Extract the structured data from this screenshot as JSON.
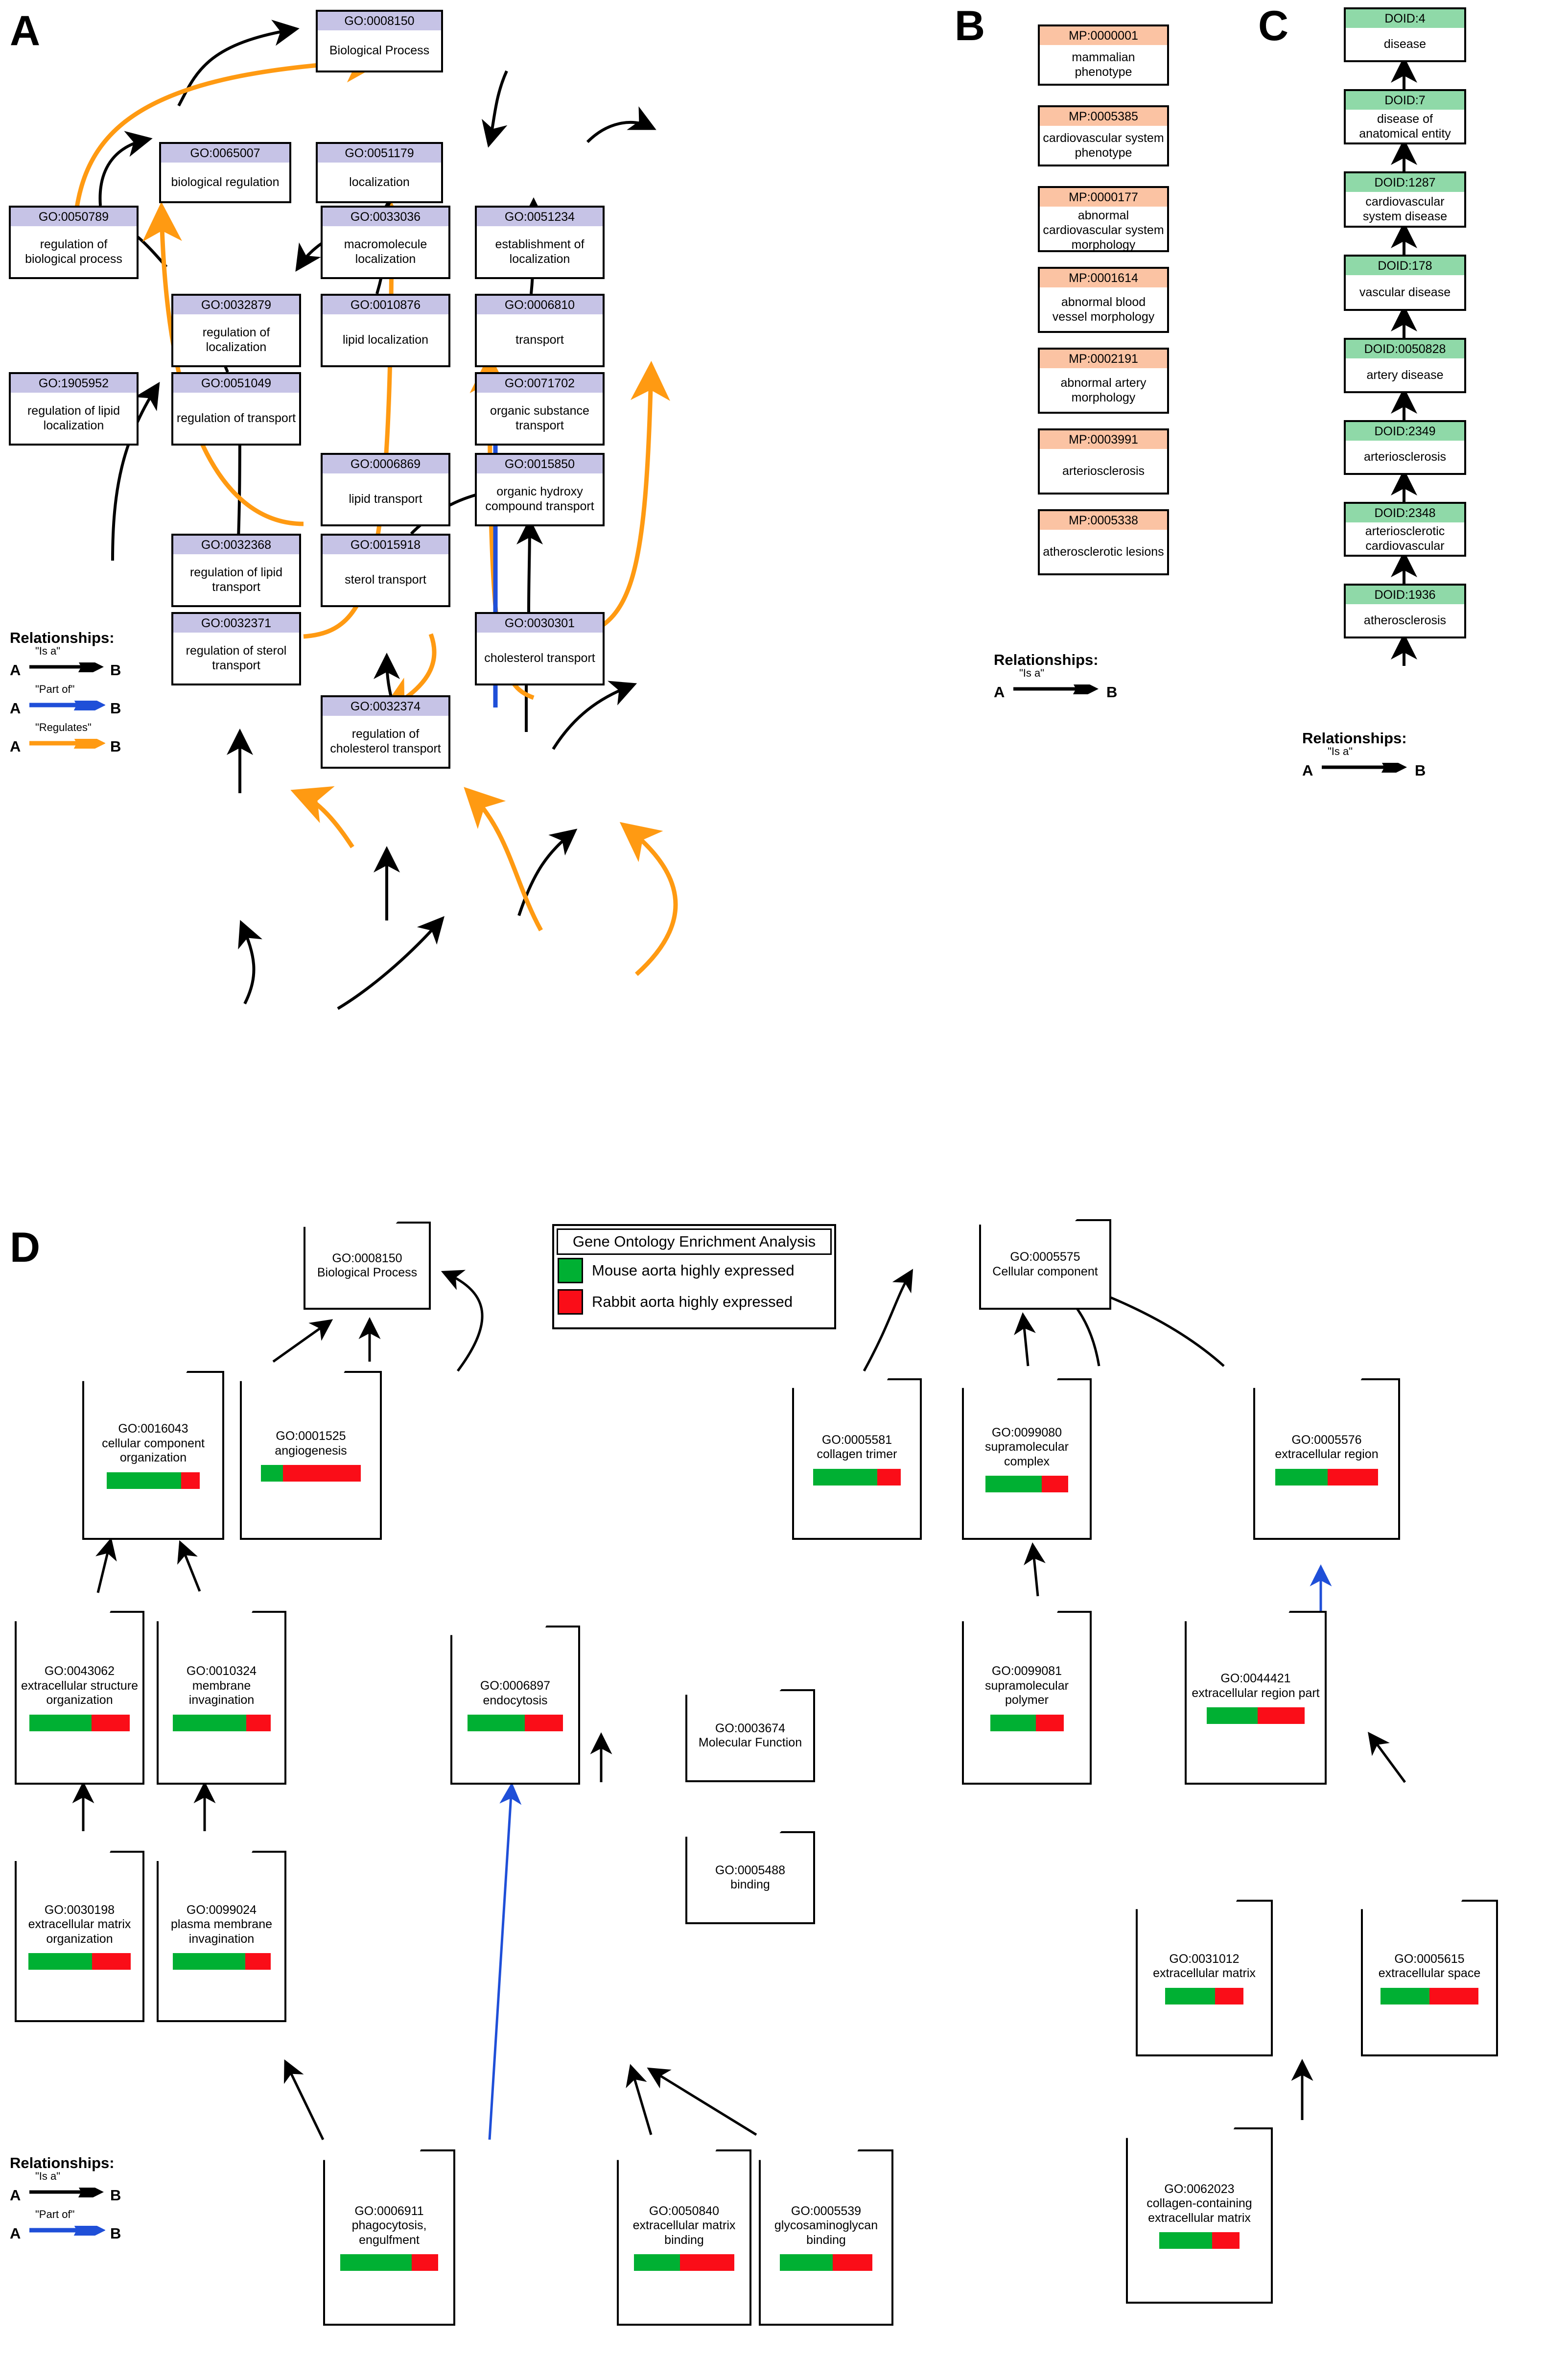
{
  "panels": {
    "A": {
      "letter": "A",
      "ontology": "GO"
    },
    "B": {
      "letter": "B",
      "ontology": "MP"
    },
    "C": {
      "letter": "C",
      "ontology": "DOID"
    },
    "D": {
      "letter": "D",
      "ontology": "GO"
    }
  },
  "panelA": {
    "nodes": [
      {
        "id": "GO:0008150",
        "label": "Biological Process"
      },
      {
        "id": "GO:0065007",
        "label": "biological regulation"
      },
      {
        "id": "GO:0051179",
        "label": "localization"
      },
      {
        "id": "GO:0050789",
        "label": "regulation of biological process"
      },
      {
        "id": "GO:0033036",
        "label": "macromolecule localization"
      },
      {
        "id": "GO:0051234",
        "label": "establishment of localization"
      },
      {
        "id": "GO:0032879",
        "label": "regulation of localization"
      },
      {
        "id": "GO:0010876",
        "label": "lipid localization"
      },
      {
        "id": "GO:0006810",
        "label": "transport"
      },
      {
        "id": "GO:1905952",
        "label": "regulation of lipid localization"
      },
      {
        "id": "GO:0051049",
        "label": "regulation of transport"
      },
      {
        "id": "GO:0071702",
        "label": "organic substance transport"
      },
      {
        "id": "GO:0006869",
        "label": "lipid transport"
      },
      {
        "id": "GO:0015850",
        "label": "organic hydroxy compound transport"
      },
      {
        "id": "GO:0032368",
        "label": "regulation of lipid transport"
      },
      {
        "id": "GO:0015918",
        "label": "sterol transport"
      },
      {
        "id": "GO:0032371",
        "label": "regulation of sterol transport"
      },
      {
        "id": "GO:0030301",
        "label": "cholesterol transport"
      },
      {
        "id": "GO:0032374",
        "label": "regulation of cholesterol transport"
      }
    ],
    "legend": {
      "title": "Relationships:",
      "rows": [
        {
          "a": "A",
          "b": "B",
          "label": "\"Is a\"",
          "color": "#000000"
        },
        {
          "a": "A",
          "b": "B",
          "label": "\"Part of\"",
          "color": "#1f4fd8"
        },
        {
          "a": "A",
          "b": "B",
          "label": "\"Regulates\"",
          "color": "#ff9a12"
        }
      ]
    }
  },
  "panelB": {
    "nodes": [
      {
        "id": "MP:0000001",
        "label": "mammalian phenotype"
      },
      {
        "id": "MP:0005385",
        "label": "cardiovascular system phenotype"
      },
      {
        "id": "MP:0000177",
        "label": "abnormal cardiovascular system morphology"
      },
      {
        "id": "MP:0001614",
        "label": "abnormal blood vessel morphology"
      },
      {
        "id": "MP:0002191",
        "label": "abnormal artery morphology"
      },
      {
        "id": "MP:0003991",
        "label": "arteriosclerosis"
      },
      {
        "id": "MP:0005338",
        "label": "atherosclerotic lesions"
      }
    ],
    "legend": {
      "title": "Relationships:",
      "rows": [
        {
          "a": "A",
          "b": "B",
          "label": "\"Is a\"",
          "color": "#000000"
        }
      ]
    }
  },
  "panelC": {
    "nodes": [
      {
        "id": "DOID:4",
        "label": "disease"
      },
      {
        "id": "DOID:7",
        "label": "disease of anatomical entity"
      },
      {
        "id": "DOID:1287",
        "label": "cardiovascular system disease"
      },
      {
        "id": "DOID:178",
        "label": "vascular disease"
      },
      {
        "id": "DOID:0050828",
        "label": "artery disease"
      },
      {
        "id": "DOID:2349",
        "label": "arteriosclerosis"
      },
      {
        "id": "DOID:2348",
        "label": "arteriosclerotic cardiovascular disease"
      },
      {
        "id": "DOID:1936",
        "label": "atherosclerosis"
      }
    ],
    "legend": {
      "title": "Relationships:",
      "rows": [
        {
          "a": "A",
          "b": "B",
          "label": "\"Is a\"",
          "color": "#000000"
        }
      ]
    }
  },
  "panelD": {
    "goea_legend": {
      "title": "Gene Ontology Enrichment Analysis",
      "items": [
        {
          "color": "#00b033",
          "label": "Mouse aorta highly expressed"
        },
        {
          "color": "#fa0d18",
          "label": "Rabbit aorta highly expressed"
        }
      ]
    },
    "legend": {
      "title": "Relationships:",
      "rows": [
        {
          "a": "A",
          "b": "B",
          "label": "\"Is a\"",
          "color": "#000000"
        },
        {
          "a": "A",
          "b": "B",
          "label": "\"Part of\"",
          "color": "#1f4fd8"
        }
      ]
    },
    "nodes": [
      {
        "id": "GO:0008150",
        "label": "Biological Process",
        "bar": null
      },
      {
        "id": "GO:0016043",
        "label": "cellular component organization",
        "bar": {
          "green": 80,
          "red": 20
        }
      },
      {
        "id": "GO:0001525",
        "label": "angiogenesis",
        "bar": {
          "green": 22,
          "red": 78
        }
      },
      {
        "id": "GO:0043062",
        "label": "extracellular structure organization",
        "bar": {
          "green": 62,
          "red": 38
        }
      },
      {
        "id": "GO:0010324",
        "label": "membrane invagination",
        "bar": {
          "green": 75,
          "red": 25
        }
      },
      {
        "id": "GO:0006897",
        "label": "endocytosis",
        "bar": {
          "green": 60,
          "red": 40
        }
      },
      {
        "id": "GO:0030198",
        "label": "extracellular matrix organization",
        "bar": {
          "green": 62,
          "red": 38
        }
      },
      {
        "id": "GO:0099024",
        "label": "plasma membrane invagination",
        "bar": {
          "green": 74,
          "red": 26
        }
      },
      {
        "id": "GO:0006911",
        "label": "phagocytosis, engulfment",
        "bar": {
          "green": 73,
          "red": 27
        }
      },
      {
        "id": "GO:0003674",
        "label": "Molecular Function",
        "bar": null
      },
      {
        "id": "GO:0005488",
        "label": "binding",
        "bar": null
      },
      {
        "id": "GO:0050840",
        "label": "extracellular matrix binding",
        "bar": {
          "green": 46,
          "red": 54
        }
      },
      {
        "id": "GO:0005539",
        "label": "glycosaminoglycan binding",
        "bar": {
          "green": 57,
          "red": 43
        }
      },
      {
        "id": "GO:0005575",
        "label": "Cellular component",
        "bar": null
      },
      {
        "id": "GO:0005581",
        "label": "collagen trimer",
        "bar": {
          "green": 73,
          "red": 27
        }
      },
      {
        "id": "GO:0099080",
        "label": "supramolecular complex",
        "bar": {
          "green": 68,
          "red": 32
        }
      },
      {
        "id": "GO:0005576",
        "label": "extracellular region",
        "bar": {
          "green": 51,
          "red": 49
        }
      },
      {
        "id": "GO:0099081",
        "label": "supramolecular polymer",
        "bar": {
          "green": 62,
          "red": 38
        }
      },
      {
        "id": "GO:0044421",
        "label": "extracellular region part",
        "bar": {
          "green": 52,
          "red": 48
        }
      },
      {
        "id": "GO:0031012",
        "label": "extracellular matrix",
        "bar": {
          "green": 64,
          "red": 36
        }
      },
      {
        "id": "GO:0005615",
        "label": "extracellular space",
        "bar": {
          "green": 50,
          "red": 50
        }
      },
      {
        "id": "GO:0062023",
        "label": "collagen-containing extracellular matrix",
        "bar": {
          "green": 66,
          "red": 34
        }
      }
    ]
  }
}
